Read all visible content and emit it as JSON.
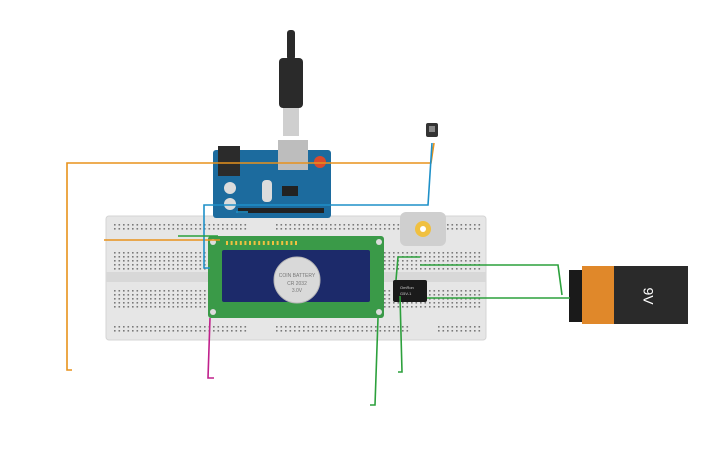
{
  "labels": {
    "coin_line1": "COIN BATTERY",
    "coin_line2": "CR 2032",
    "coin_line3": "3.0V",
    "relay_line1": "OmRon",
    "relay_line2": "G5V-1",
    "battery_label": "9V"
  },
  "colors": {
    "wire_orange": "#e8921c",
    "wire_blue": "#1e90c8",
    "wire_green": "#2ca03c",
    "wire_magenta": "#c0208c",
    "arduino": "#1c6b9e",
    "lcd_board": "#3a9a48",
    "lcd_screen": "#1c2a6a",
    "breadboard": "#e6e6e6",
    "battery_orange": "#e0882a",
    "battery_black": "#2a2a2a"
  }
}
